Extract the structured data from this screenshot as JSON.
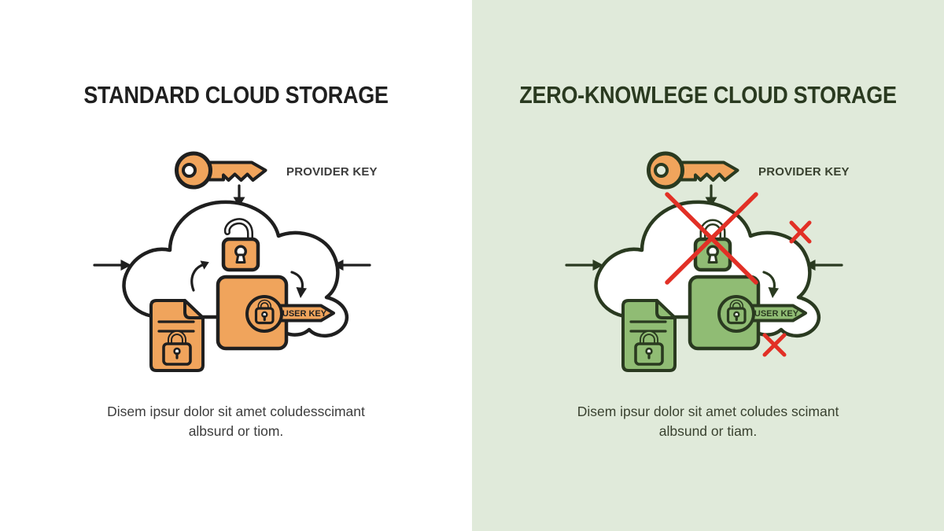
{
  "colors": {
    "orange": "#F0A45C",
    "green": "#90BC74",
    "panel_bg": "#E0EADA",
    "ink": "#1F1F1F",
    "ink_green": "#2A3A20",
    "red": "#E23026",
    "text_left": "#3C3C3C",
    "text_right": "#39412F"
  },
  "left_panel": {
    "title": "STANDARD CLOUD STORAGE",
    "provider_key_label": "PROVIDER KEY",
    "user_key_label": "USER KEY",
    "caption_line1": "Disem ipsur dolor sit amet coludesscimant",
    "caption_line2": "albsurd or tiom."
  },
  "right_panel": {
    "title": "ZERO-KNOWLEGE CLOUD STORAGE",
    "provider_key_label": "PROVIDER KEY",
    "user_key_label": "USER KEY",
    "caption_line1": "Disem ipsur dolor sit amet coludes scimant",
    "caption_line2": "albsund or tiam."
  }
}
